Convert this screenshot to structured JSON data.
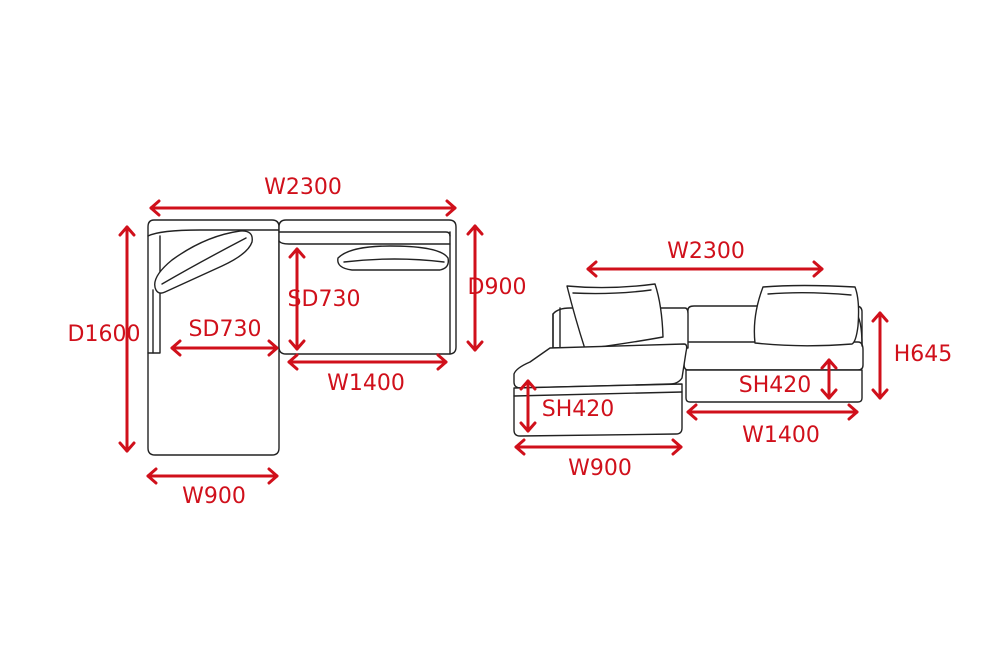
{
  "colors": {
    "dimension": "#d0101b",
    "outline": "#222222",
    "background": "#ffffff"
  },
  "top_view": {
    "overall_width": "W2300",
    "overall_depth": "D1600",
    "chaise_seat_depth": "SD730",
    "chaise_width": "W900",
    "main_seat_depth": "SD730",
    "main_depth": "D900",
    "main_width": "W1400"
  },
  "front_view": {
    "overall_width": "W2300",
    "height": "H645",
    "main_seat_height": "SH420",
    "main_width": "W1400",
    "chaise_seat_height": "SH420",
    "chaise_width": "W900"
  }
}
